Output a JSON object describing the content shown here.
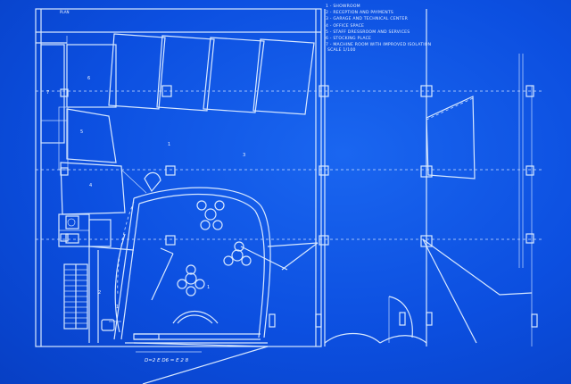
{
  "sheet": {
    "plan_tag": "PLAN",
    "scale": "SCALE 1/100",
    "bottom_note": "D=2 E D6 = E 2 8",
    "colors": {
      "paper": "#0c4fe0",
      "line": "#d8e8ff"
    }
  },
  "legend": [
    {
      "num": "1",
      "text": "SHOWROOM"
    },
    {
      "num": "2",
      "text": "RECEPTION AND PAYMENTS"
    },
    {
      "num": "3",
      "text": "GARAGE AND TECHNICAL CENTER"
    },
    {
      "num": "4",
      "text": "OFFICE SPACE"
    },
    {
      "num": "5",
      "text": "STAFF DRESSROOM AND SERVICES"
    },
    {
      "num": "6",
      "text": "STOCKING PLACE"
    },
    {
      "num": "7",
      "text": "MACHINE ROOM WITH IMPROVED ISOLATION"
    }
  ],
  "rooms": {
    "r7": "7",
    "r6": "6",
    "r5": "5",
    "r4": "4",
    "r3": "3",
    "r2": "2",
    "r1a": "1",
    "r1b": "1",
    "r1c": "1"
  }
}
